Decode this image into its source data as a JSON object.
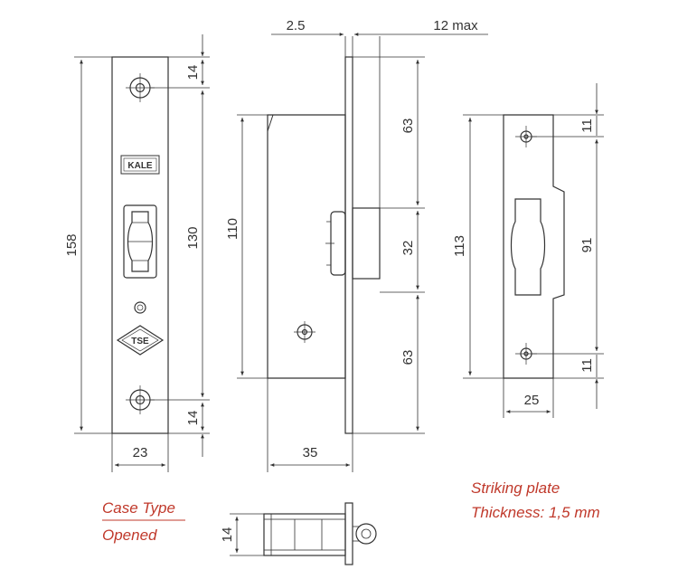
{
  "dimensions": {
    "faceplate_height": "158",
    "faceplate_hole_spacing": "130",
    "faceplate_top_offset": "14",
    "faceplate_bottom_offset": "14",
    "faceplate_width": "23",
    "faceplate_thickness": "2.5",
    "bolt_projection": "12 max",
    "case_height": "110",
    "case_upper": "63",
    "bolt_height": "32",
    "case_lower": "63",
    "case_depth": "35",
    "strike_height": "113",
    "strike_hole_spacing": "91",
    "strike_top_offset": "11",
    "strike_bottom_offset": "11",
    "strike_width": "25",
    "top_view_thickness": "14"
  },
  "marks": {
    "brand_logo": "KALE",
    "cert_logo": "TSE"
  },
  "captions": {
    "case_type_line1": "Case Type",
    "case_type_line2": "Opened",
    "strike_line1": "Striking plate",
    "strike_line2": "Thickness: 1,5 mm"
  },
  "colors": {
    "line": "#333333",
    "caption_red": "#c0392b"
  }
}
